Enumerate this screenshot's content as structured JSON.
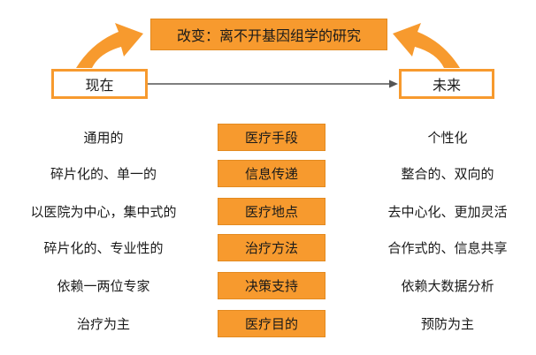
{
  "title": "改变：离不开基因组学的研究",
  "now_label": "现在",
  "future_label": "未来",
  "accent_color": "#f79a2e",
  "rows": [
    {
      "current": "通用的",
      "category": "医疗手段",
      "future": "个性化"
    },
    {
      "current": "碎片化的、单一的",
      "category": "信息传递",
      "future": "整合的、双向的"
    },
    {
      "current": "以医院为中心，集中式的",
      "category": "医疗地点",
      "future": "去中心化、更加灵活"
    },
    {
      "current": "碎片化的、专业性的",
      "category": "治疗方法",
      "future": "合作式的、信息共享"
    },
    {
      "current": "依赖一两位专家",
      "category": "决策支持",
      "future": "依赖大数据分析"
    },
    {
      "current": "治疗为主",
      "category": "医疗目的",
      "future": "预防为主"
    }
  ]
}
